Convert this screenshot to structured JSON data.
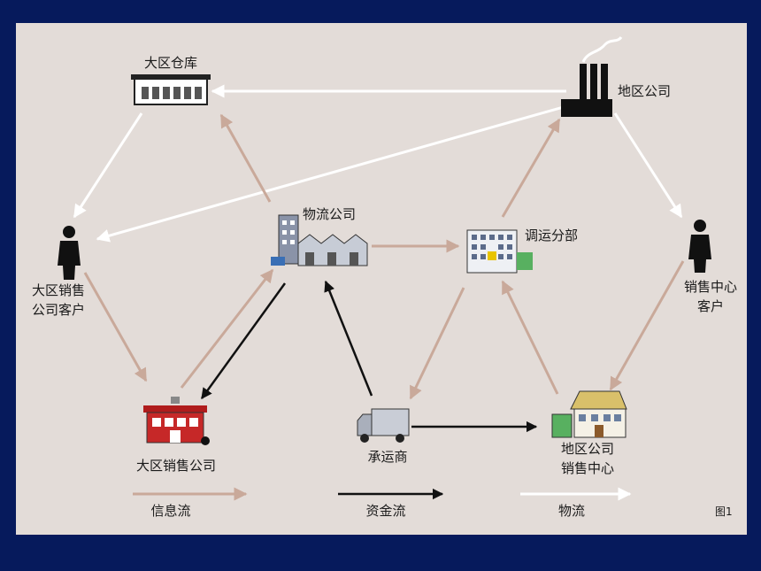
{
  "nodes": {
    "regional_warehouse": "大区仓库",
    "regional_company": "地区公司",
    "logistics_company": "物流公司",
    "dispatch_branch": "调运分部",
    "regional_sales_customer": [
      "大区销售",
      "公司客户"
    ],
    "sales_center_customer": [
      "销售中心",
      "客户"
    ],
    "regional_sales_company": "大区销售公司",
    "carrier": "承运商",
    "regional_sales_center": [
      "地区公司",
      "销售中心"
    ]
  },
  "legend": {
    "info_flow": "信息流",
    "capital_flow": "资金流",
    "logistics_flow": "物流"
  },
  "figure_label": "图1",
  "colors": {
    "background": "#061a5c",
    "panel": "#e3dcd8",
    "info_flow": "#c9a99a",
    "capital_flow": "#111111",
    "logistics_flow": "#ffffff"
  }
}
